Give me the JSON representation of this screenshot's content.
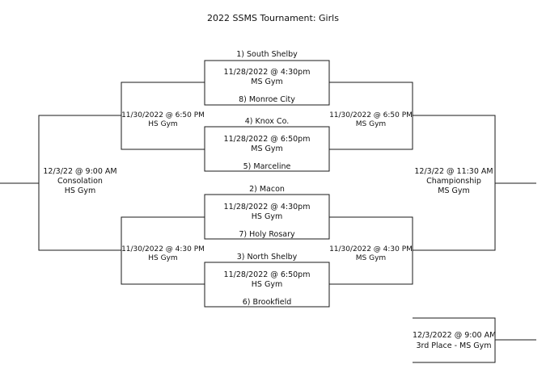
{
  "title": "2022 SSMS Tournament: Girls",
  "first_round": [
    {
      "top_team": "1) South Shelby",
      "date": "11/28/2022 @ 4:30pm",
      "venue": "MS Gym",
      "bottom_team": "8) Monroe City"
    },
    {
      "top_team": "4) Knox Co.",
      "date": "11/28/2022 @ 6:50pm",
      "venue": "MS Gym",
      "bottom_team": "5) Marceline"
    },
    {
      "top_team": "2) Macon",
      "date": "11/28/2022 @ 4:30pm",
      "venue": "HS Gym",
      "bottom_team": "7) Holy Rosary"
    },
    {
      "top_team": "3) North Shelby",
      "date": "11/28/2022 @ 6:50pm",
      "venue": "HS Gym",
      "bottom_team": "6) Brookfield"
    }
  ],
  "semis_left": [
    {
      "date": "11/30/2022 @ 6:50 PM",
      "venue": "HS Gym"
    },
    {
      "date": "11/30/2022 @ 4:30 PM",
      "venue": "HS Gym"
    }
  ],
  "semis_right": [
    {
      "date": "11/30/2022 @ 6:50 PM",
      "venue": "MS Gym"
    },
    {
      "date": "11/30/2022 @ 4:30 PM",
      "venue": "MS Gym"
    }
  ],
  "consolation": {
    "date": "12/3/22 @ 9:00 AM",
    "name": "Consolation",
    "venue": "HS Gym"
  },
  "championship": {
    "date": "12/3/22 @ 11:30 AM",
    "name": "Championship",
    "venue": "MS Gym"
  },
  "third_place": {
    "date": "12/3/2022 @ 9:00 AM",
    "label": "3rd Place - MS Gym"
  }
}
